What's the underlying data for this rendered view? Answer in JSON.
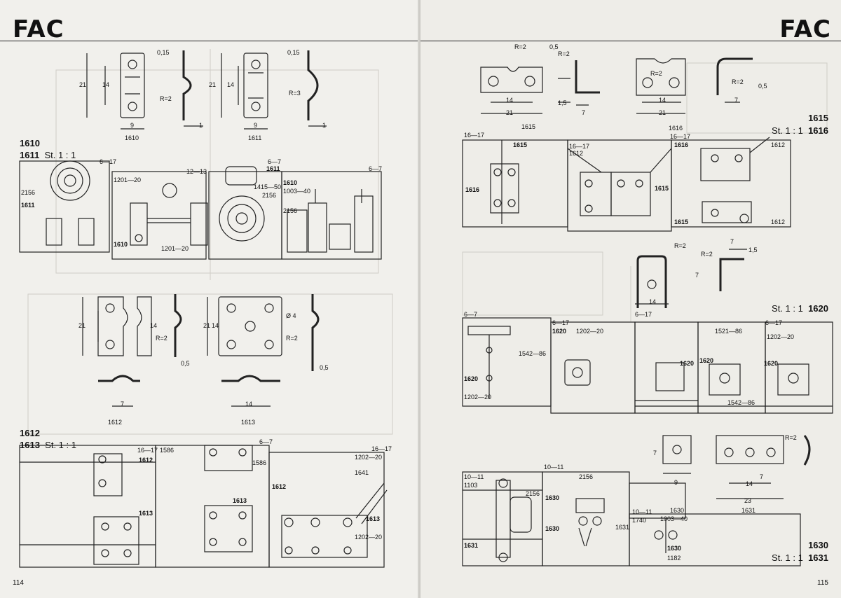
{
  "left_page": {
    "logo": "FAC",
    "page_number": "114",
    "section_1610_1611": {
      "code_a": "1610",
      "code_b": "1611",
      "scale": "St.  1 : 1",
      "part_1610_dims": {
        "height": "21",
        "inner": "14",
        "thickness": "0,15",
        "radius": "R=2",
        "width": "9",
        "depth": "1",
        "caption": "1610"
      },
      "part_1611_dims": {
        "height": "21",
        "inner": "14",
        "thickness": "0,15",
        "radius": "R=3",
        "width": "9",
        "depth": "1",
        "caption": "1611"
      },
      "callouts": [
        "6—17",
        "2156",
        "1611",
        "1610",
        "1201—20",
        "1201—20",
        "12—13",
        "6—7",
        "1611",
        "1415—50",
        "2156",
        "1610",
        "1003—40",
        "2156",
        "6—7"
      ]
    },
    "section_1612_parts": {
      "part_1612": {
        "height": "21",
        "inner": "14",
        "radius": "R=2",
        "thickness": "0,5",
        "width": "7",
        "caption": "1612"
      },
      "part_1613": {
        "height": "21",
        "inner": "14",
        "diameter": "Ø 4",
        "radius": "R=2",
        "thickness": "0,5",
        "width": "14",
        "caption": "1613"
      }
    },
    "section_1612_1613": {
      "code_a": "1612",
      "code_b": "1613",
      "scale": "St.  1 : 1",
      "callouts": [
        "16—17",
        "1612",
        "1613",
        "1586",
        "6—7",
        "1586",
        "1613",
        "16—17",
        "1202—20",
        "1641",
        "1612",
        "1613",
        "1202—20"
      ]
    }
  },
  "right_page": {
    "logo": "FAC",
    "page_number": "115",
    "section_1615_1616": {
      "code_a": "1615",
      "code_b": "1616",
      "scale": "St.  1 : 1",
      "part_1615_dims": {
        "radius_a": "R=2",
        "thickness": "0,5",
        "radius_b": "R=2",
        "width": "14",
        "overall": "21",
        "depth": "1,5",
        "leg": "7",
        "caption": "1615"
      },
      "part_1616_dims": {
        "radius_a": "R=2",
        "radius_b": "R=2",
        "thickness": "0,5",
        "width": "14",
        "overall": "21",
        "leg": "7",
        "caption": "1616"
      },
      "callouts": [
        "16—17",
        "1615",
        "1616",
        "16—17",
        "1612",
        "1615",
        "16—17",
        "1616",
        "1612",
        "1615",
        "1612"
      ]
    },
    "section_1620": {
      "code": "1620",
      "scale": "St.  1 : 1",
      "dims": {
        "radius_a": "R=2",
        "width": "14",
        "radius_b": "R=2",
        "leg_a": "7",
        "leg_b": "7",
        "thickness": "1,5"
      },
      "callouts": [
        "6—7",
        "1542—86",
        "1620",
        "1202—20",
        "6—17",
        "1620",
        "1202—20",
        "6—17",
        "1521—86",
        "6—17",
        "1202—20",
        "1620",
        "1620",
        "1620",
        "1542—86"
      ]
    },
    "section_1630_1631": {
      "code_a": "1630",
      "code_b": "1631",
      "scale": "St.  1 : 1",
      "dims": {
        "height": "7",
        "width_a": "9",
        "radius": "R=2",
        "pitch": "7",
        "inner": "14",
        "overall": "23",
        "caption": "1631"
      },
      "callouts": [
        "10—11",
        "1103",
        "2156",
        "1631",
        "10—11",
        "2156",
        "1630",
        "1630",
        "1631",
        "10—11",
        "1740",
        "1630",
        "1003—40",
        "1630",
        "1182"
      ]
    }
  }
}
